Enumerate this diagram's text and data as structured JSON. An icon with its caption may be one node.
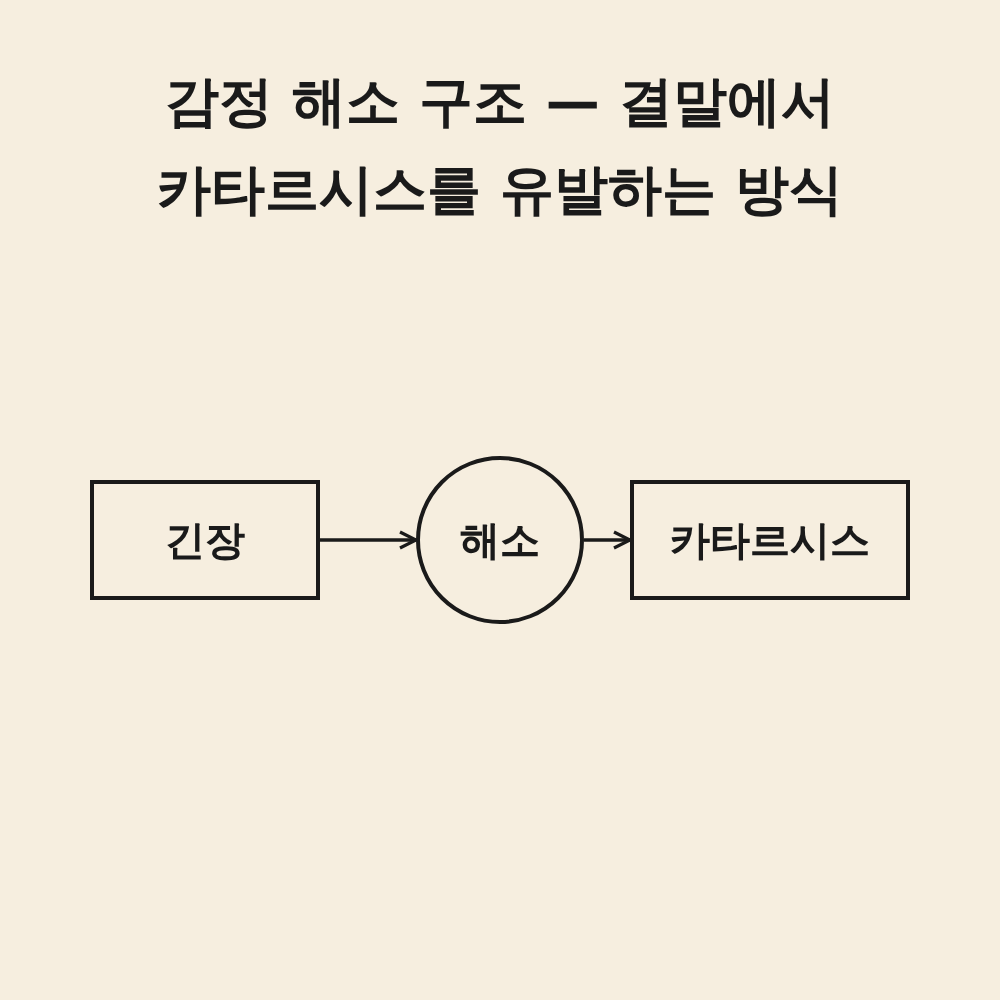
{
  "diagram": {
    "title": "감정 해소 구조 — 결말에서 카타르시스를 유발하는 방식",
    "nodes": [
      {
        "text": [
          "긴장"
        ]
      },
      {
        "text": [
          "해소"
        ]
      },
      {
        "text": [
          "카타르시스"
        ]
      }
    ],
    "edges": [
      {
        "from": 0,
        "to": 1,
        "arrow": "to"
      },
      {
        "from": 1,
        "to": 2,
        "arrow": "to"
      }
    ]
  }
}
